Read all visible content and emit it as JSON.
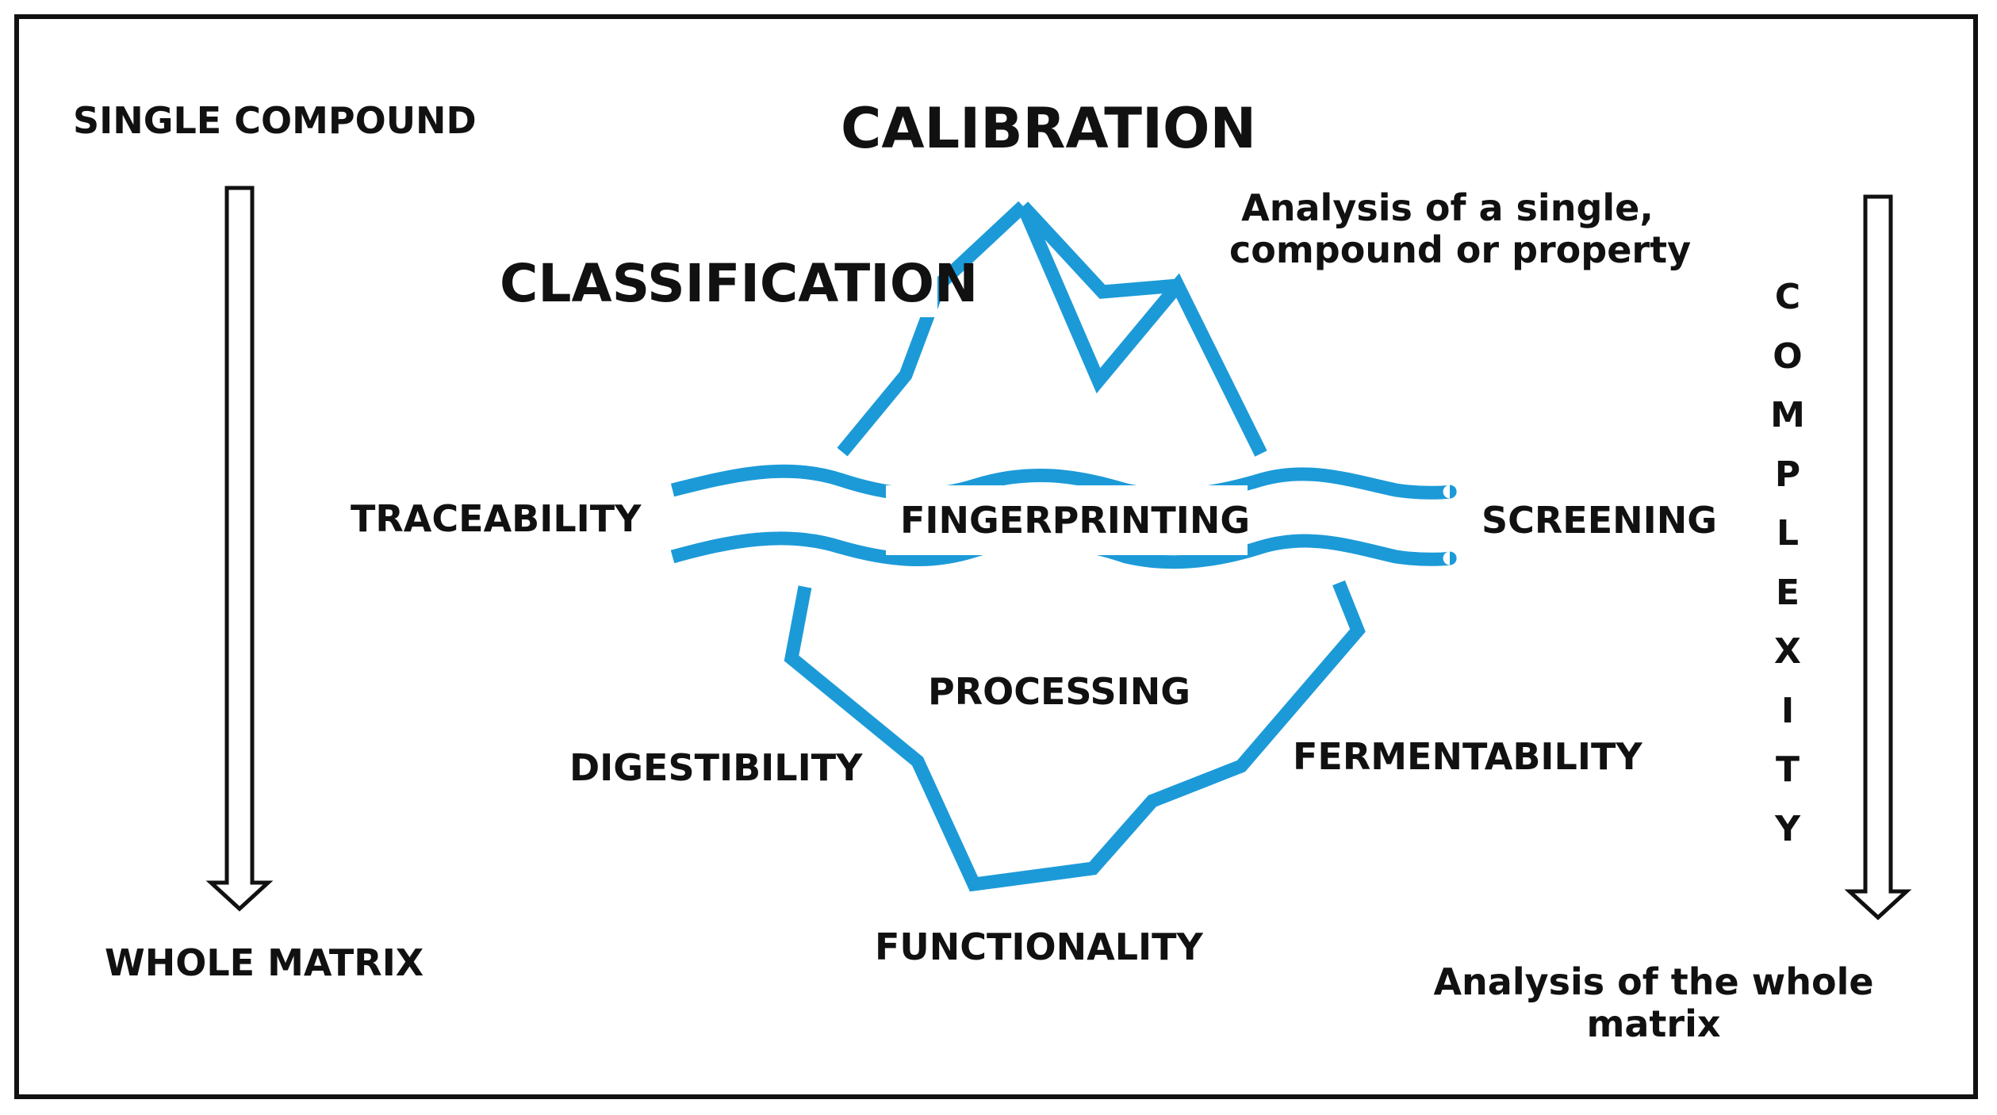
{
  "left_axis": {
    "top": "SINGLE COMPOUND",
    "bottom": "WHOLE MATRIX"
  },
  "right_axis": {
    "top_line1": "Analysis of a single,",
    "top_line2": "compound or property",
    "vertical": "COMPLEXITY",
    "bottom_line1": "Analysis of the whole",
    "bottom_line2": "matrix"
  },
  "iceberg": {
    "peak": "CALIBRATION",
    "upper": "CLASSIFICATION",
    "waterline_left": "TRACEABILITY",
    "waterline_center": "FINGERPRINTING",
    "waterline_right": "SCREENING",
    "inner": "PROCESSING",
    "lower_left": "DIGESTIBILITY",
    "lower_right": "FERMENTABILITY",
    "bottom": "FUNCTIONALITY"
  },
  "colors": {
    "iceberg": "#1c9ad8",
    "arrows": "#111111",
    "text": "#111111"
  }
}
